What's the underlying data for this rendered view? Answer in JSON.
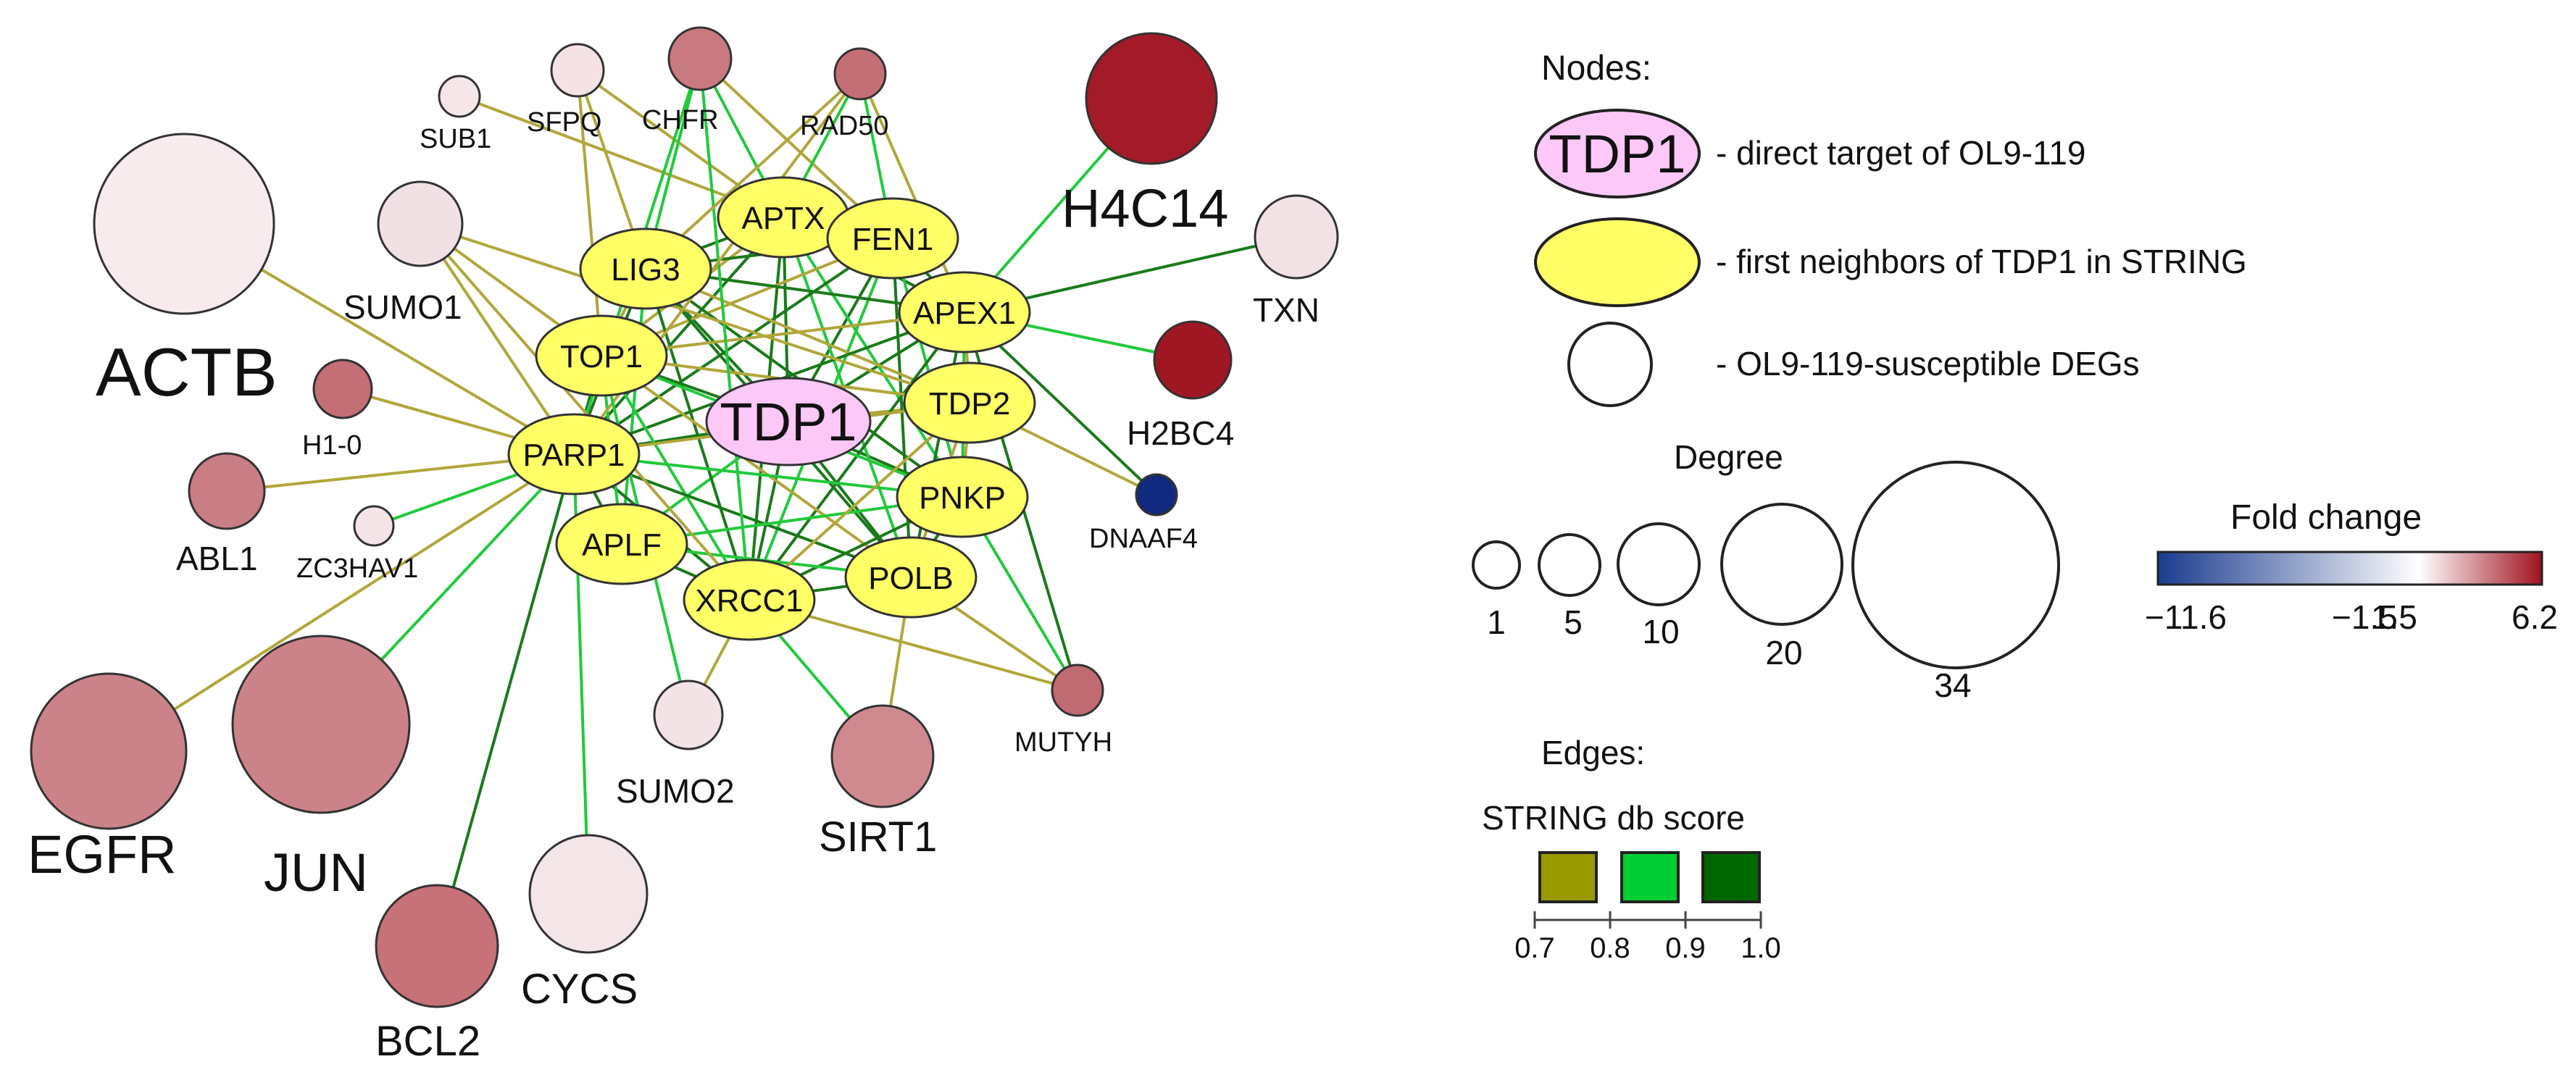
{
  "network": {
    "direct_target": "TDP1",
    "first_neighbors": [
      "APTX",
      "FEN1",
      "LIG3",
      "APEX1",
      "TOP1",
      "TDP2",
      "PARP1",
      "PNKP",
      "APLF",
      "POLB",
      "XRCC1"
    ],
    "degs": [
      {
        "id": "SUB1",
        "fc_color": "#f6e6e9"
      },
      {
        "id": "SFPQ",
        "fc_color": "#f4e2e5"
      },
      {
        "id": "CHFR",
        "fc_color": "#c87a80"
      },
      {
        "id": "RAD50",
        "fc_color": "#c46f76"
      },
      {
        "id": "H4C14",
        "fc_color": "#a31a28"
      },
      {
        "id": "ACTB",
        "fc_color": "#f7ebed"
      },
      {
        "id": "SUMO1",
        "fc_color": "#f2e1e4"
      },
      {
        "id": "TXN",
        "fc_color": "#f3e2e5"
      },
      {
        "id": "H1-0",
        "fc_color": "#c46e75"
      },
      {
        "id": "H2BC4",
        "fc_color": "#a01622"
      },
      {
        "id": "ABL1",
        "fc_color": "#c97d84"
      },
      {
        "id": "ZC3HAV1",
        "fc_color": "#f4e4e7"
      },
      {
        "id": "DNAAF4",
        "fc_color": "#112a80"
      },
      {
        "id": "MUTYH",
        "fc_color": "#c06a72"
      },
      {
        "id": "EGFR",
        "fc_color": "#cc8289"
      },
      {
        "id": "JUN",
        "fc_color": "#cc8289"
      },
      {
        "id": "SUMO2",
        "fc_color": "#f3e3e6"
      },
      {
        "id": "SIRT1",
        "fc_color": "#cf8a90"
      },
      {
        "id": "BCL2",
        "fc_color": "#c67278"
      },
      {
        "id": "CYCS",
        "fc_color": "#f3e5e8"
      }
    ],
    "edge_colors": {
      "low": "#b1a63a",
      "mid": "#22c93c",
      "high": "#1a7a1a"
    }
  },
  "legend": {
    "nodes": {
      "title": "Nodes:",
      "direct_example": "TDP1",
      "direct_desc": "- direct target of OL9-119",
      "neighbor_desc": "- first neighbors of TDP1 in STRING",
      "deg_desc": "- OL9-119-susceptible DEGs",
      "direct_color": "#fbc8f7",
      "neighbor_color": "#ffff66"
    },
    "degree": {
      "title": "Degree",
      "items": [
        {
          "label": "1"
        },
        {
          "label": "5"
        },
        {
          "label": "10"
        },
        {
          "label": "20"
        },
        {
          "label": "34"
        }
      ]
    },
    "fold_change": {
      "title": "Fold change",
      "ticks": [
        "−11.6",
        "−1.5",
        "1.5",
        "6.2"
      ],
      "colors": [
        "#1a3b8e",
        "#ffffff",
        "#a0121f"
      ]
    },
    "edges": {
      "title": "Edges:",
      "score_title": "STRING db score",
      "swatches": [
        "#999900",
        "#00cc33",
        "#006600"
      ],
      "ticks": [
        "0.7",
        "0.8",
        "0.9",
        "1.0"
      ]
    }
  }
}
